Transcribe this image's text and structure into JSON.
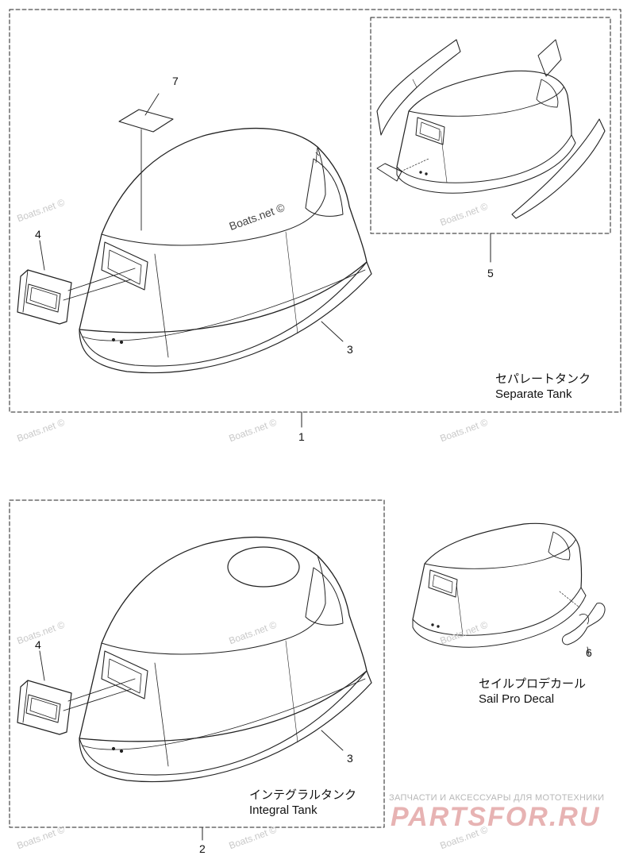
{
  "callouts": {
    "c1": "1",
    "c2": "2",
    "c3a": "3",
    "c3b": "3",
    "c4a": "4",
    "c4b": "4",
    "c5": "5",
    "c6": "6",
    "c7": "7"
  },
  "captions": {
    "separate_jp": "セパレートタンク",
    "separate_en": "Separate Tank",
    "integral_jp": "インテグラルタンク",
    "integral_en": "Integral Tank",
    "sailpro_jp": "セイルプロデカール",
    "sailpro_en": "Sail Pro Decal"
  },
  "watermark": {
    "main": "Boats.net ©",
    "faint": "Boats.net ©"
  },
  "banner": {
    "tagline": "ЗАПЧАСТИ И АКСЕССУАРЫ ДЛЯ МОТОТЕХНИКИ",
    "logo": "PARTSFOR.RU"
  }
}
